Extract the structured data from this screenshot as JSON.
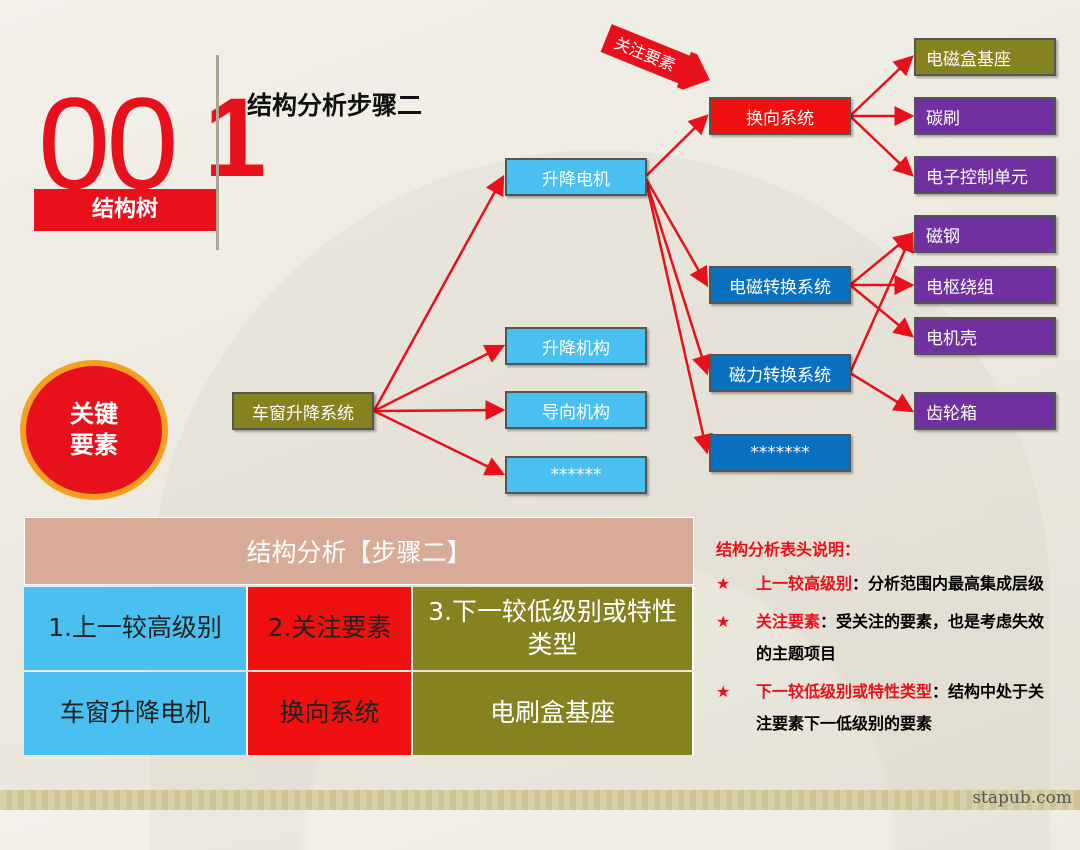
{
  "header": {
    "number_big": "00",
    "number_one": "1",
    "title": "结构分析步骤二",
    "tag": "结构树"
  },
  "key_elements": "关键要素",
  "focus_arrow": "关注要素",
  "tree": {
    "root": "车窗升降系统",
    "level2": [
      "升降电机",
      "升降机构",
      "导向机构",
      "******"
    ],
    "level3": [
      "换向系统",
      "电磁转换系统",
      "磁力转换系统",
      "*******"
    ],
    "level4": [
      "电磁盒基座",
      "碳刷",
      "电子控制单元",
      "磁钢",
      "电枢绕组",
      "电机壳",
      "齿轮箱"
    ]
  },
  "colors": {
    "red": "#e8101a",
    "olive": "#858220",
    "light_blue": "#49c0ef",
    "blue": "#0a70c0",
    "purple": "#7030a0",
    "orange": "#f5a020"
  },
  "table": {
    "title": "结构分析【步骤二】",
    "headers": [
      "1.上一较高级别",
      "2.关注要素",
      "3.下一较低级别或特性类型"
    ],
    "row": [
      "车窗升降电机",
      "换向系统",
      "电刷盒基座"
    ]
  },
  "notes": {
    "heading": "结构分析表头说明：",
    "items": [
      {
        "term": "上一较高级别",
        "desc": "：分析范围内最高集成层级"
      },
      {
        "term": "关注要素",
        "desc": "：受关注的要素，也是考虑失效的主题项目"
      },
      {
        "term": "下一较低级别或特性类型",
        "desc": "：结构中处于关注要素下一低级别的要素"
      }
    ]
  },
  "watermark": "stapub.com"
}
